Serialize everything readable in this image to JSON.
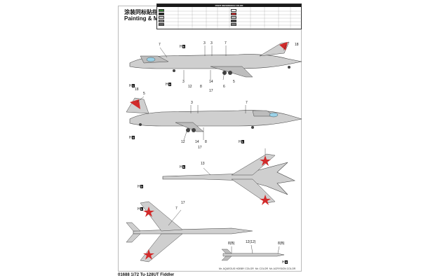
{
  "header": {
    "title_cn": "涂装同标贴指示",
    "title_en": "Painting & Marking guide",
    "table_title": "PAINT REFERENCE COLOR"
  },
  "footer": {
    "product": "01688 1/72 Tu-128UT Fiddler"
  },
  "legend": {
    "aqueous": "Mr. AQUEOUS HOBBY COLOR",
    "mr_color": "Mr. COLOR",
    "acrysion": "Mr. ACRYSION COLOR"
  },
  "colors": {
    "aircraft": "#cfcfcf",
    "aircraft_shade": "#9a9a9a",
    "star": "#d22a2a",
    "radome": "#e8e8e8",
    "tire": "#444444"
  },
  "callouts": [
    {
      "id": "c1",
      "text": "7"
    },
    {
      "id": "c2",
      "text": "3"
    },
    {
      "id": "c3",
      "text": "3"
    },
    {
      "id": "c4",
      "text": "7"
    },
    {
      "id": "c5",
      "text": "18"
    },
    {
      "id": "c6",
      "text": "3"
    },
    {
      "id": "c7",
      "text": "12"
    },
    {
      "id": "c8",
      "text": "8"
    },
    {
      "id": "c9",
      "text": "14"
    },
    {
      "id": "c10",
      "text": "5"
    },
    {
      "id": "c11",
      "text": "17"
    },
    {
      "id": "c12",
      "text": "6"
    },
    {
      "id": "c13",
      "text": "18"
    },
    {
      "id": "c14",
      "text": "5"
    },
    {
      "id": "c15",
      "text": "3"
    },
    {
      "id": "c16",
      "text": "7"
    },
    {
      "id": "c17",
      "text": "12"
    },
    {
      "id": "c18",
      "text": "14"
    },
    {
      "id": "c19",
      "text": "8"
    },
    {
      "id": "c20",
      "text": "17"
    },
    {
      "id": "c21",
      "text": "13"
    },
    {
      "id": "c22",
      "text": "17"
    },
    {
      "id": "c23",
      "text": "7"
    },
    {
      "id": "c24",
      "text": "8(B)"
    },
    {
      "id": "c25",
      "text": "12(12)"
    },
    {
      "id": "c26",
      "text": "8(B)"
    }
  ],
  "hmarks": [
    {
      "id": "h1",
      "code": "H",
      "num": "6"
    },
    {
      "id": "h2",
      "code": "H",
      "num": "4"
    },
    {
      "id": "h3",
      "code": "H",
      "num": "1"
    },
    {
      "id": "h4",
      "code": "H",
      "num": "3"
    },
    {
      "id": "h5",
      "code": "H",
      "num": "1"
    },
    {
      "id": "h6",
      "code": "H",
      "num": "6"
    },
    {
      "id": "h7",
      "code": "H",
      "num": "3"
    },
    {
      "id": "h8",
      "code": "H",
      "num": "1"
    },
    {
      "id": "h9",
      "code": "H",
      "num": "3"
    }
  ]
}
